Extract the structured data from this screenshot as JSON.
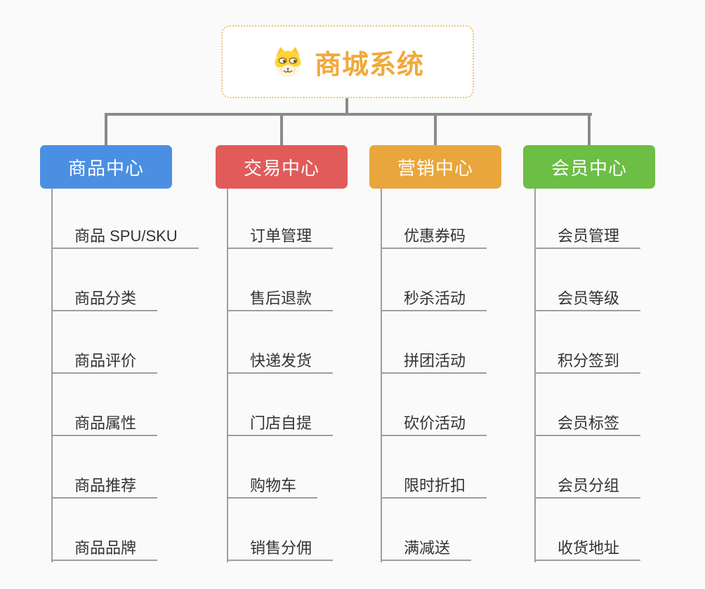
{
  "root": {
    "title": "商城系统",
    "icon": "dog-face-icon",
    "title_color": "#f0a93c",
    "border_color": "#f2c26b"
  },
  "branches": [
    {
      "label": "商品中心",
      "color": "#4b8fe2",
      "children": [
        "商品 SPU/SKU",
        "商品分类",
        "商品评价",
        "商品属性",
        "商品推荐",
        "商品品牌"
      ]
    },
    {
      "label": "交易中心",
      "color": "#e25b5b",
      "children": [
        "订单管理",
        "售后退款",
        "快递发货",
        "门店自提",
        "购物车",
        "销售分佣"
      ]
    },
    {
      "label": "营销中心",
      "color": "#e9a63c",
      "children": [
        "优惠券码",
        "秒杀活动",
        "拼团活动",
        "砍价活动",
        "限时折扣",
        "满减送"
      ]
    },
    {
      "label": "会员中心",
      "color": "#6cbe45",
      "children": [
        "会员管理",
        "会员等级",
        "积分签到",
        "会员标签",
        "会员分组",
        "收货地址"
      ]
    }
  ],
  "connector_color": "#8a8a8a",
  "underline_color": "#9e9e9e"
}
